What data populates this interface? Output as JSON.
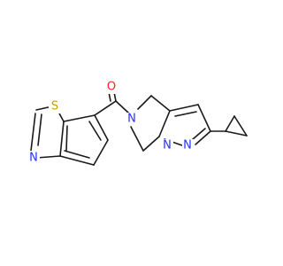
{
  "molecule": {
    "atoms": [
      {
        "id": "S1",
        "element": "S",
        "label": "S",
        "color": "#c8a000"
      },
      {
        "id": "N_thz",
        "element": "N",
        "label": "N",
        "color": "#2233ff"
      },
      {
        "id": "O1",
        "element": "O",
        "label": "O",
        "color": "#ff2020"
      },
      {
        "id": "N_amide",
        "element": "N",
        "label": "N",
        "color": "#2233ff"
      },
      {
        "id": "N_pz1",
        "element": "N",
        "label": "N",
        "color": "#2233ff"
      },
      {
        "id": "N_pz2",
        "element": "N",
        "label": "N",
        "color": "#2233ff"
      }
    ]
  }
}
